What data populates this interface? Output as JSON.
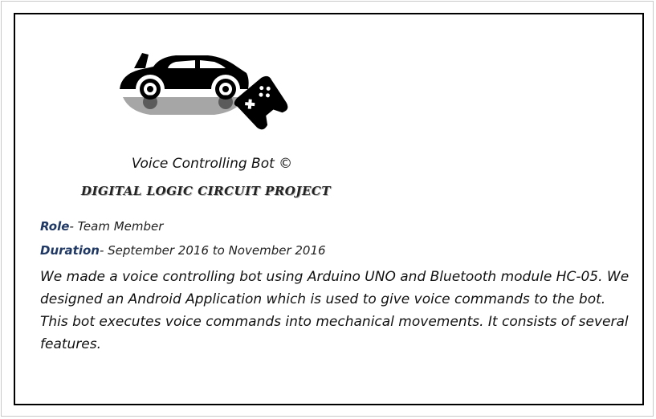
{
  "project": {
    "title": "Voice Controlling Bot ©",
    "subtitle": "Digital Logic Circuit Project"
  },
  "details": {
    "role_key": "Role",
    "role_value": "- Team Member",
    "duration_key": "Duration",
    "duration_value": "- September 2016 to November 2016"
  },
  "description": "We made a voice controlling bot using Arduino UNO and Bluetooth module HC-05. We designed an Android Application which is used to give voice commands to the bot. This bot executes voice commands into mechanical movements. It consists of several features.",
  "icons": [
    "car-icon",
    "gamepad-icon"
  ],
  "colors": {
    "key_label": "#1f3864",
    "border": "#000000"
  }
}
